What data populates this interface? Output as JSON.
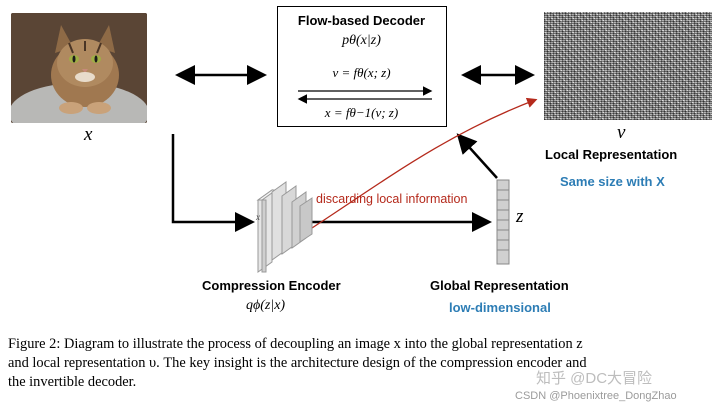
{
  "figure": {
    "input_label": "x",
    "output_label": "v",
    "decoder": {
      "title": "Flow-based Decoder",
      "density": "pθ(x|z)",
      "forward": "v = fθ(x; z)",
      "inverse": "x = fθ−1(v; z)"
    },
    "local_representation": {
      "title": "Local Representation",
      "subtitle": "Same size with X"
    },
    "encoder": {
      "title": "Compression Encoder",
      "formula": "qϕ(z|x)",
      "input_tick": "x"
    },
    "global_representation": {
      "title": "Global Representation",
      "subtitle": "low-dimensional",
      "symbol": "z"
    },
    "discard_label": "discarding local information"
  },
  "caption": {
    "line1": "Figure 2: Diagram to illustrate the process of decoupling an image x into the global representation z",
    "line2": "and local representation υ. The key insight is the architecture design of the compression encoder and",
    "line3": "the invertible decoder."
  },
  "watermark": {
    "zhihu": "知乎 @DC大冒险",
    "csdn": "CSDN @Phoenixtree_DongZhao"
  },
  "colors": {
    "accent_blue": "#2d7db5",
    "discard_red": "#b52a1c"
  }
}
